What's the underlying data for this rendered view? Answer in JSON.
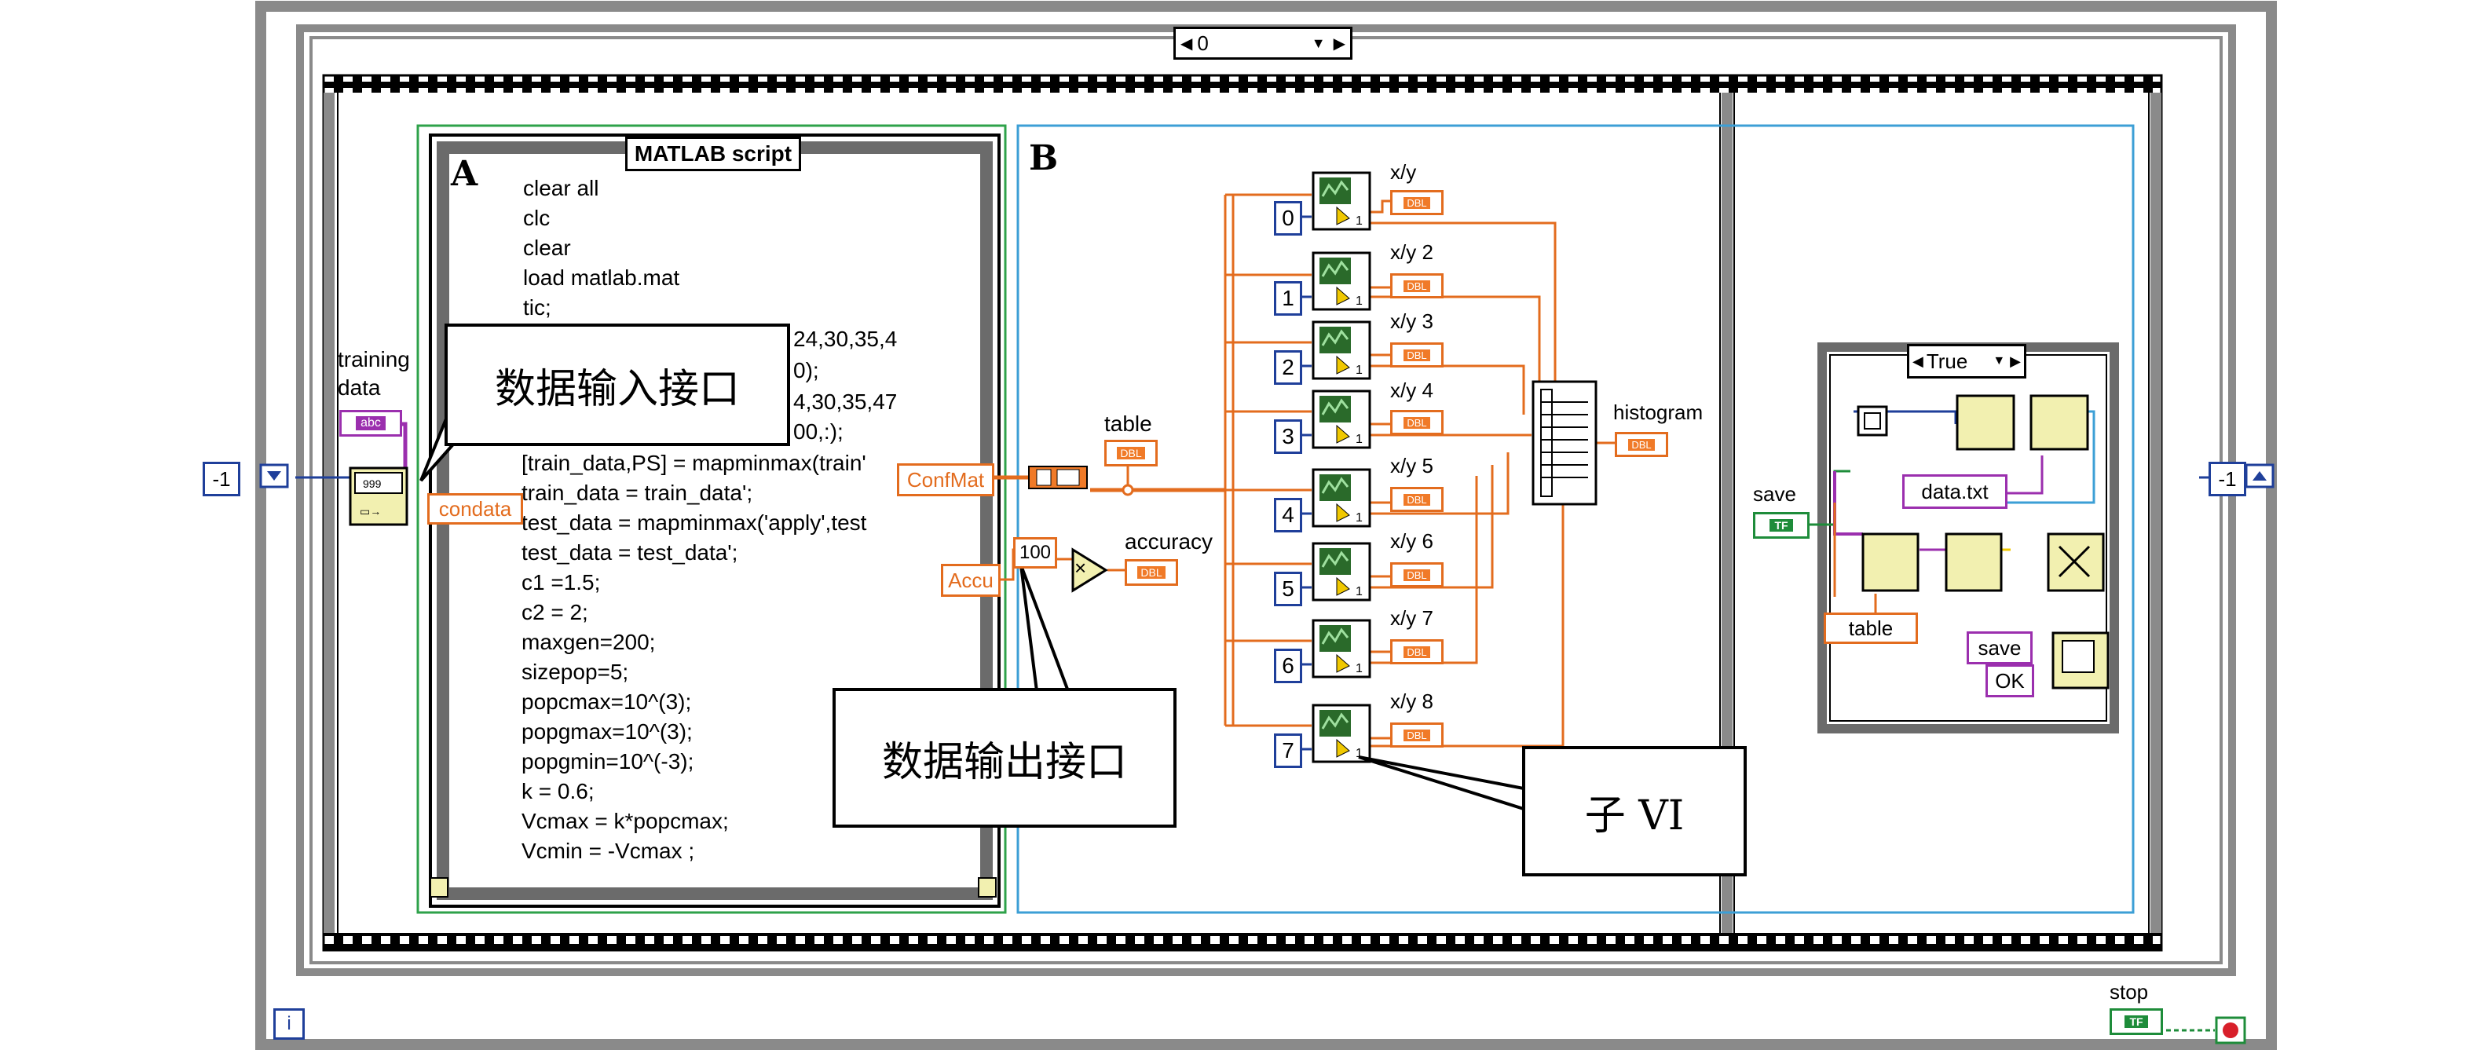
{
  "frame_labels": {
    "panel_a": "A",
    "panel_b": "B",
    "iteration_terminal": "i"
  },
  "loop_counters": {
    "left_shift_value": "-1",
    "right_shift_value": "-1"
  },
  "stacked_sequence": {
    "selector_value": "0"
  },
  "inputs": {
    "training_data_label": "training\ndata",
    "string_indicator": "abc"
  },
  "matlab_script": {
    "title": "MATLAB script",
    "lines": [
      "clear all",
      "clc",
      "clear",
      "load matlab.mat",
      "tic;",
      "24,30,35,4",
      "0);",
      "4,30,35,47",
      "00,:);",
      "[train_data,PS] = mapminmax(train'",
      "train_data = train_data';",
      "test_data = mapminmax('apply',test",
      "test_data = test_data';",
      "c1 =1.5;",
      "c2 = 2;",
      "maxgen=200;",
      "sizepop=5;",
      "popcmax=10^(3);",
      "popgmax=10^(3);",
      "popgmin=10^(-3);",
      "k = 0.6;",
      "Vcmax = k*popcmax;",
      "Vcmin = -Vcmax ;"
    ],
    "input_var": "condata",
    "output_var_confmat": "ConfMat",
    "output_var_accu": "Accu"
  },
  "panel_b": {
    "table_label": "table",
    "accuracy_label": "accuracy",
    "constant_100": "100",
    "multiply_symbol": "×",
    "dbl_tag": "DBL",
    "index_constants": [
      "0",
      "1",
      "2",
      "3",
      "4",
      "5",
      "6",
      "7"
    ],
    "xy_labels": [
      "x/y",
      "x/y 2",
      "x/y 3",
      "x/y 4",
      "x/y 5",
      "x/y 6",
      "x/y 7",
      "x/y 8"
    ],
    "histogram_label": "histogram"
  },
  "save_frame": {
    "save_label": "save",
    "tf_tag": "TF",
    "case_selector": "True",
    "filename_constant": "data.txt",
    "table_local": "table",
    "dialog_message": "save",
    "dialog_button": "OK"
  },
  "stop_control": {
    "label": "stop",
    "tf_tag": "TF"
  },
  "callouts": {
    "data_input": "数据输入接口",
    "data_output": "数据输出接口",
    "sub_vi": "子 VI"
  },
  "colors": {
    "wire_orange": "#e36c1e",
    "dbl_orange": "#f07a28",
    "int_blue": "#1f3f9a",
    "bool_green": "#1e8c3a",
    "string_purple": "#9b2fae",
    "frame_green": "#2ea24a",
    "frame_blue": "#3c9fd6",
    "frame_gray": "#7f7f7f",
    "vi_yellow": "#f2f0b0"
  }
}
